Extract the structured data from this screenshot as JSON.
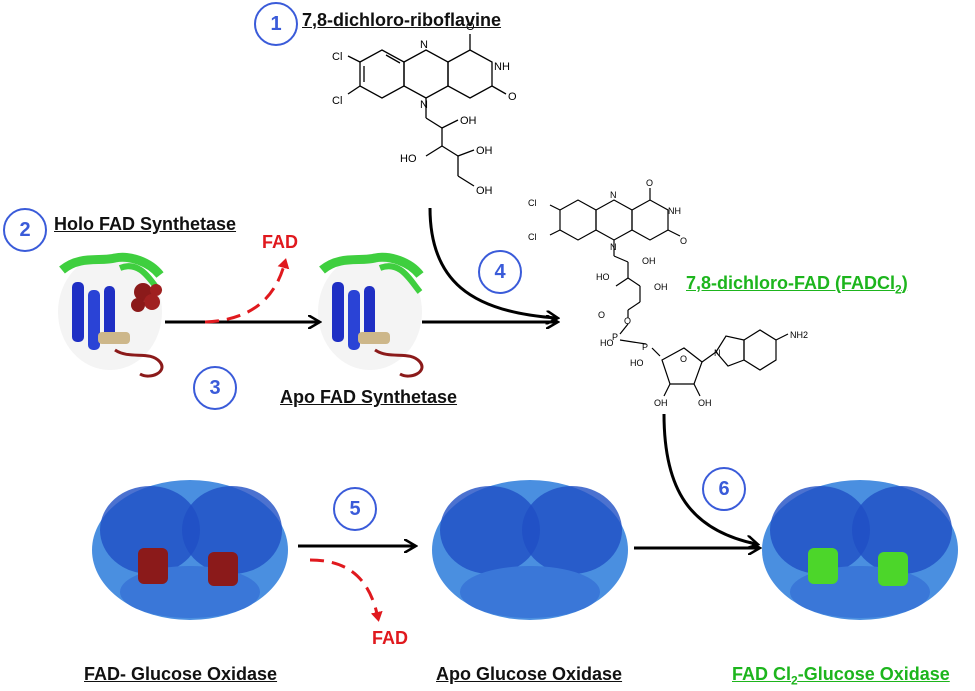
{
  "labels": {
    "riboflavine": "7,8-dichloro-riboflavine",
    "holo_synthetase": "Holo FAD Synthetase",
    "apo_synthetase": "Apo FAD Synthetase",
    "fadcl2_main": "7,8-dichloro-FAD (FADCl",
    "fadcl2_sub": "2",
    "fadcl2_end": ")",
    "fad_glucose": "FAD- Glucose Oxidase",
    "apo_glucose": "Apo Glucose Oxidase",
    "fadcl2_glucose_pre": "FAD Cl",
    "fadcl2_glucose_sub": "2",
    "fadcl2_glucose_post": "-Glucose Oxidase",
    "fad_release_1": "FAD",
    "fad_release_2": "FAD"
  },
  "steps": [
    "1",
    "2",
    "3",
    "4",
    "5",
    "6"
  ],
  "chem_atoms": {
    "cl": "Cl",
    "n": "N",
    "o": "O",
    "nh": "NH",
    "oh": "OH",
    "ho": "HO",
    "p": "P",
    "nh2": "NH2"
  },
  "colors": {
    "step_blue": "#3a5bd9",
    "fad_red": "#e0191e",
    "fadcl2_green": "#1db51d",
    "protein_blue": "#1f4fc4",
    "protein_light": "#4a8fe0",
    "ligand_red": "#8b1a1a",
    "ligand_green": "#4cd62a",
    "helix_green": "#3fcf3f",
    "strand_tan": "#cdb78a"
  }
}
